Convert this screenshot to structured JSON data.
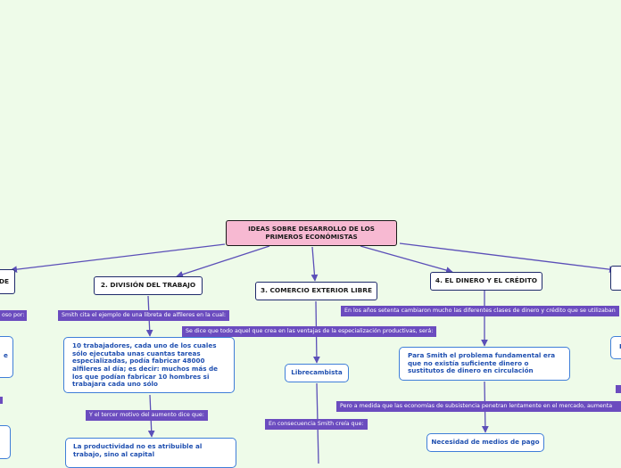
{
  "root": {
    "label": "IDEAS SOBRE DESARROLLO DE LOS PRIMEROS ECONÓMISTAS"
  },
  "topics": {
    "left_partial": "DE",
    "division_trabajo": "2. DIVISIÓN DEL TRABAJO",
    "comercio_exterior": "3. COMERCIO EXTERIOR LIBRE",
    "dinero_credito": "4. EL DINERO Y EL CRÉDITO"
  },
  "subtopics": {
    "diez_trabajadores": "10 trabajadores, cada uno de los cuales sólo ejecutaba unas cuantas tareas especializadas, podía fabricar 48000 alfileres al día; es decir: muchos más de los que podían fabricar 10 hombres si trabajara cada uno sólo",
    "productividad": "La productividad no es atribuible al trabajo, sino al capital",
    "librecambista": "Librecambista",
    "problema_fundamental": "Para Smith el problema fundamental era que no existía suficiente dinero o sustitutos de dinero en circulación",
    "necesidad_medios": "Necesidad de medios de pago",
    "left_partial_1": "e",
    "right_partial": "E"
  },
  "labels": {
    "left_partial": "oso por:",
    "libreta_alfileres": "Smith cita el ejemplo de una libreta de alfileres en la cual:",
    "tercer_motivo": "Y el tercer motivo del aumento dice que:",
    "especializacion": "Se dice que todo aquel que crea en las ventajas de la especialización productivas, será:",
    "consecuencia": "En consecuencia Smith creía que:",
    "anos_setenta": "En los años setenta cambiaron mucho las diferentes clases de dinero y crédito que se utilizaban",
    "subsistencia": "Pero a medida que las economías de subsistencia penetran lentamente en el mercado, aumenta"
  },
  "colors": {
    "background": "#eefbe9",
    "root_fill": "#f7b9d2",
    "connector": "#5b4fb8",
    "label_fill": "#6b4cbf",
    "subtopic_text": "#1f4fb0"
  }
}
